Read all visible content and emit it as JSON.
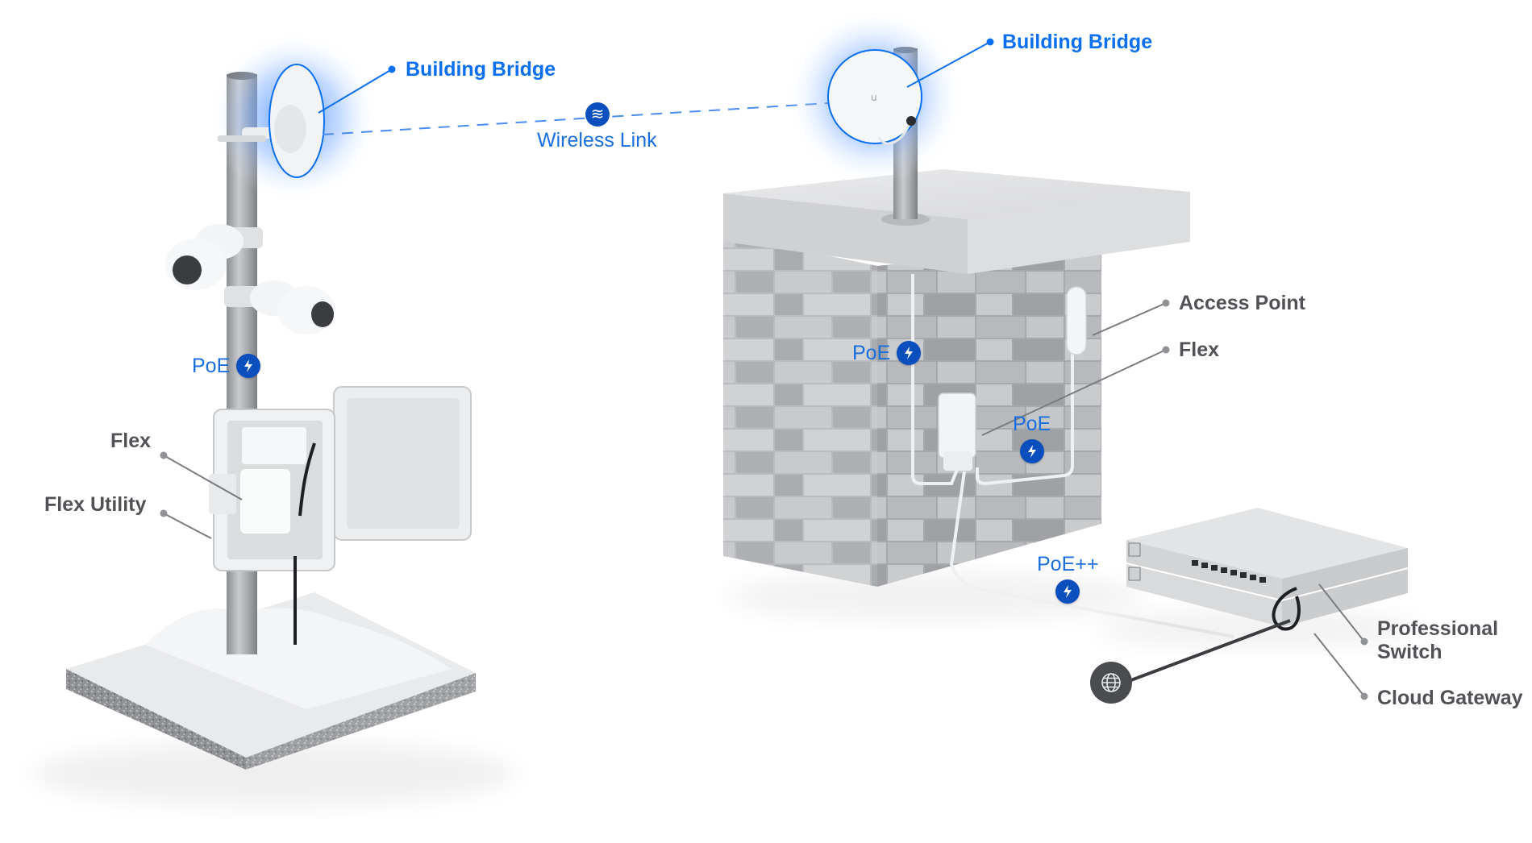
{
  "diagram": {
    "title": "Outdoor building-to-building network deployment",
    "labels": {
      "building_bridge_left": "Building Bridge",
      "building_bridge_right": "Building Bridge",
      "wireless_link": "Wireless Link",
      "flex_left": "Flex",
      "flex_utility": "Flex Utility",
      "access_point": "Access Point",
      "flex_right": "Flex",
      "professional_switch_line1": "Professional",
      "professional_switch_line2": "Switch",
      "cloud_gateway": "Cloud Gateway"
    },
    "power_badges": [
      {
        "label": "PoE",
        "location": "pole",
        "icon": "lightning-bolt-icon"
      },
      {
        "label": "PoE",
        "location": "building-wall-upper",
        "icon": "lightning-bolt-icon"
      },
      {
        "label": "PoE",
        "location": "building-wall-flex",
        "icon": "lightning-bolt-icon"
      },
      {
        "label": "PoE++",
        "location": "switch-uplink",
        "icon": "lightning-bolt-icon"
      }
    ],
    "icons": {
      "wireless": "wireless-waves-icon",
      "internet": "globe-icon",
      "power": "lightning-bolt-icon"
    },
    "colors": {
      "accent_blue": "#0a6ff0",
      "badge_blue": "#0b4fbf",
      "label_gray": "#505256",
      "globe_badge": "#4a4c50",
      "glow_blue": "#5a9cff"
    }
  }
}
